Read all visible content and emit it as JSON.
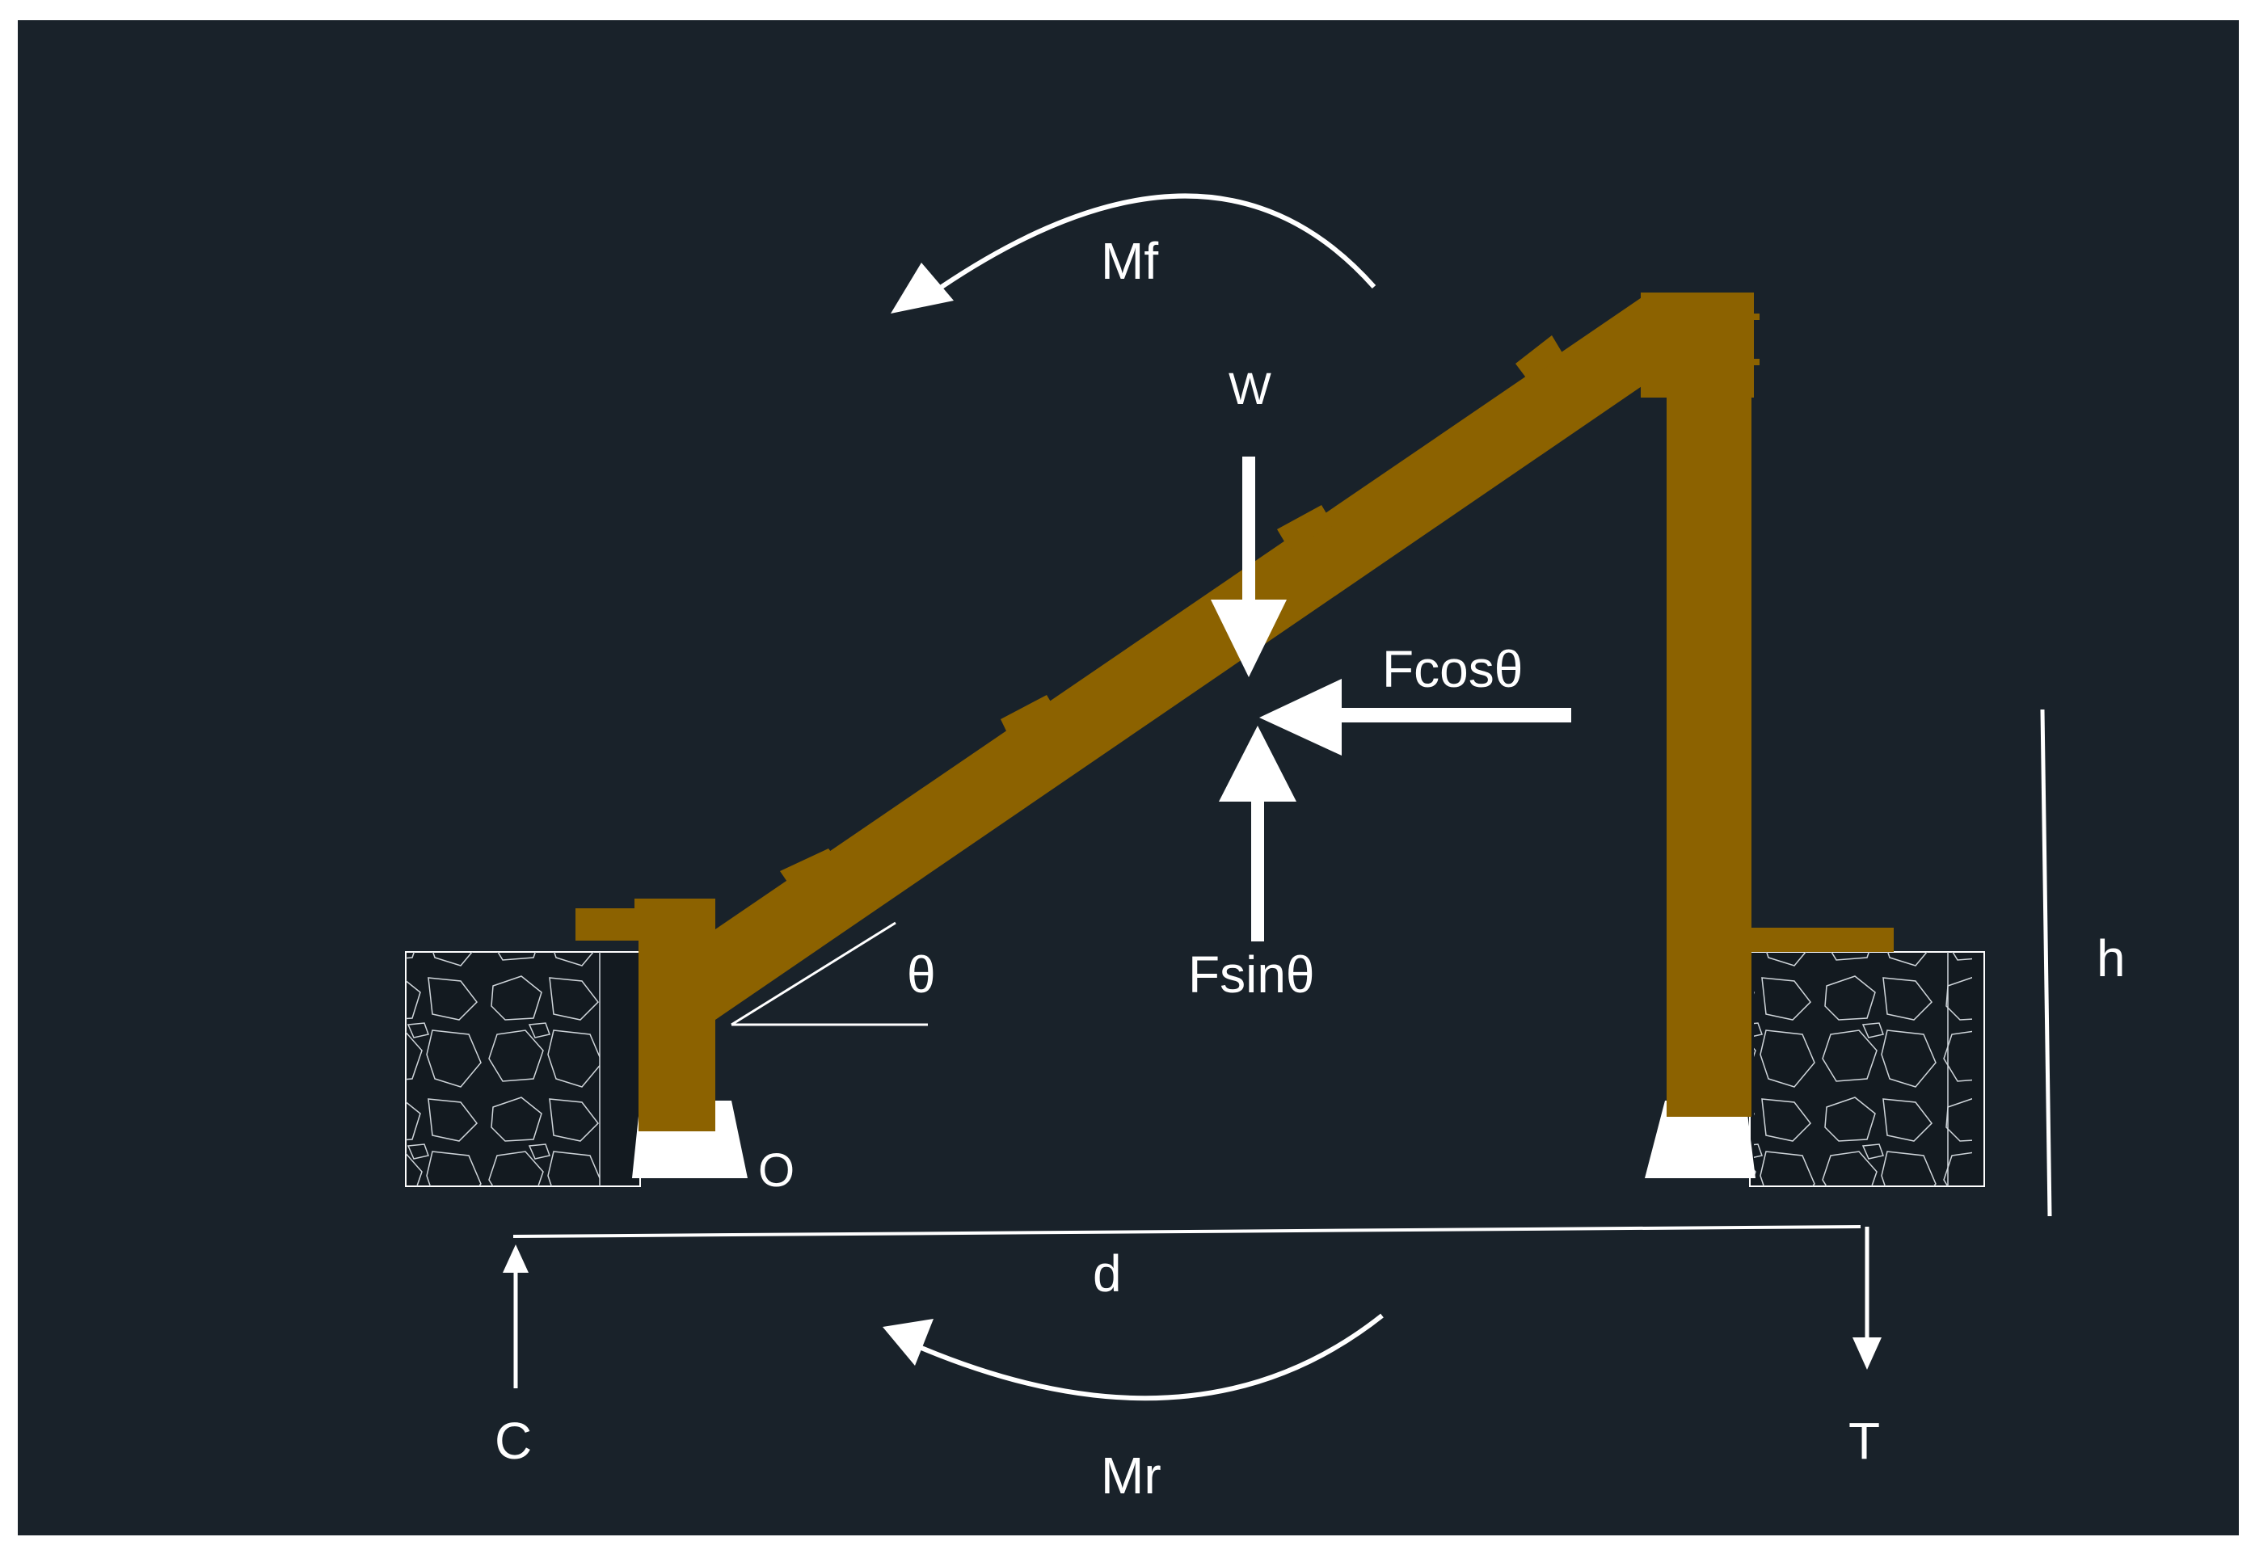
{
  "labels": {
    "moment_top": "Mf",
    "moment_bottom": "Mr",
    "weight": "W",
    "force_horizontal": "Fcosθ",
    "force_vertical": "Fsinθ",
    "angle": "θ",
    "pivot": "O",
    "height": "h",
    "distance": "d",
    "compression": "C",
    "tension": "T"
  },
  "colors": {
    "background": "#19222a",
    "frame_border": "#ffffff",
    "timber": "#8c6200",
    "foundation": "#131a20",
    "stone_lines": "#cfd5da",
    "arrows": "#ffffff",
    "base_plates": "#ffffff"
  }
}
